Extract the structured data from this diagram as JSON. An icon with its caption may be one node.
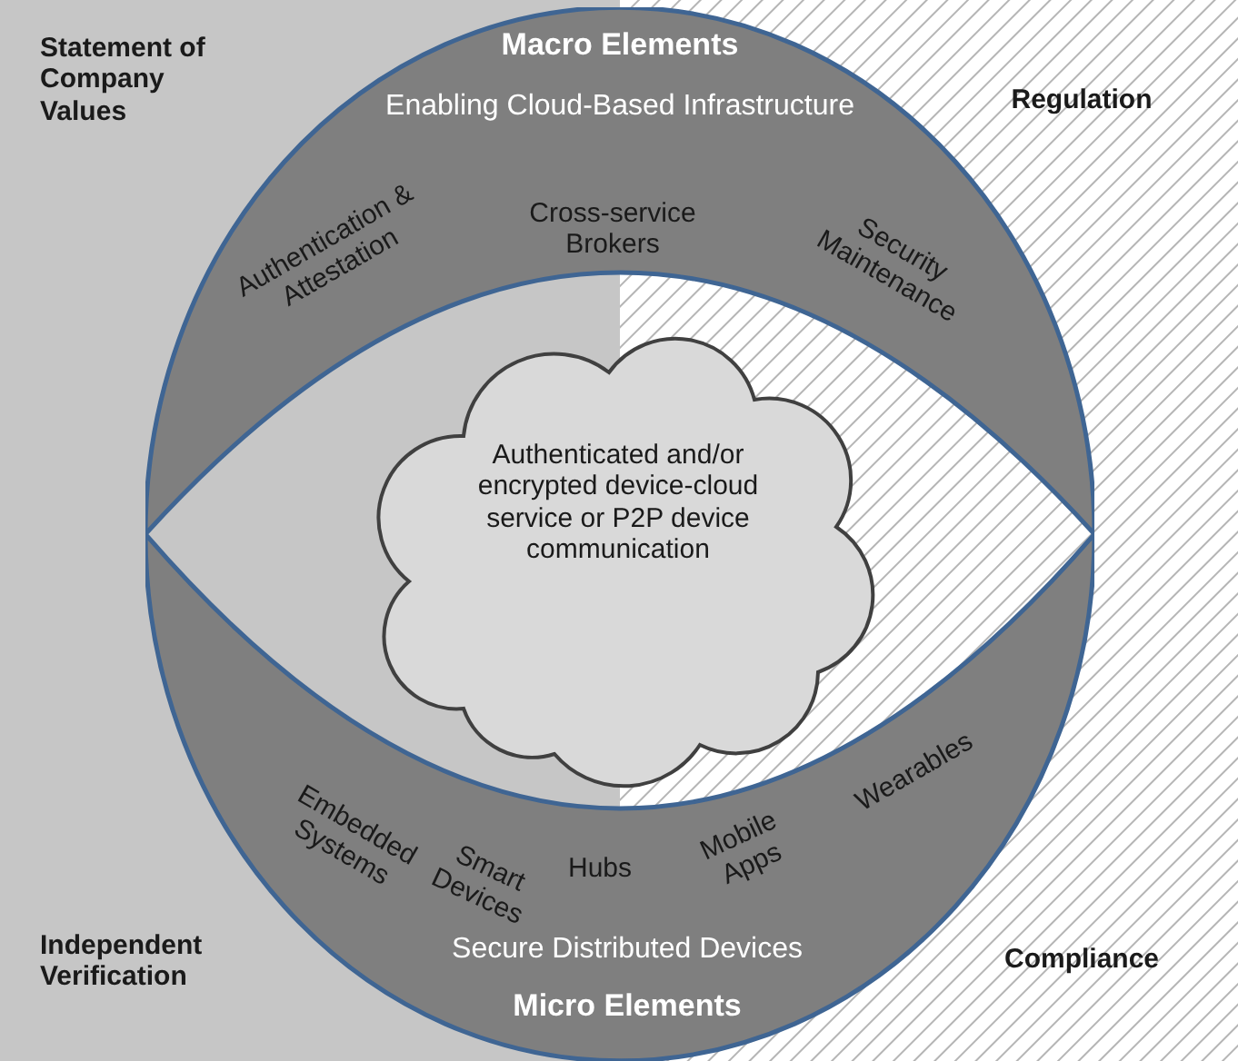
{
  "diagram": {
    "nodes": [
      {
        "text": [
          "Macro Elements",
          "Enabling Cloud-Based Infrastructure"
        ]
      },
      {
        "text": [
          "Authenticated and/or encrypted device-cloud service or P2P device communication"
        ]
      },
      {
        "text": [
          "Secure Distributed Devices",
          "Micro Elements"
        ]
      }
    ],
    "labels": [
      "Statement of Company Values",
      "Regulation",
      "Authentication & Attestation",
      "Cross-service Brokers",
      "Security Maintenance",
      "Embedded Systems",
      "Wearables",
      "Smart Devices",
      "Hubs",
      "Mobile Apps",
      "Independent Verification",
      "Compliance"
    ]
  }
}
